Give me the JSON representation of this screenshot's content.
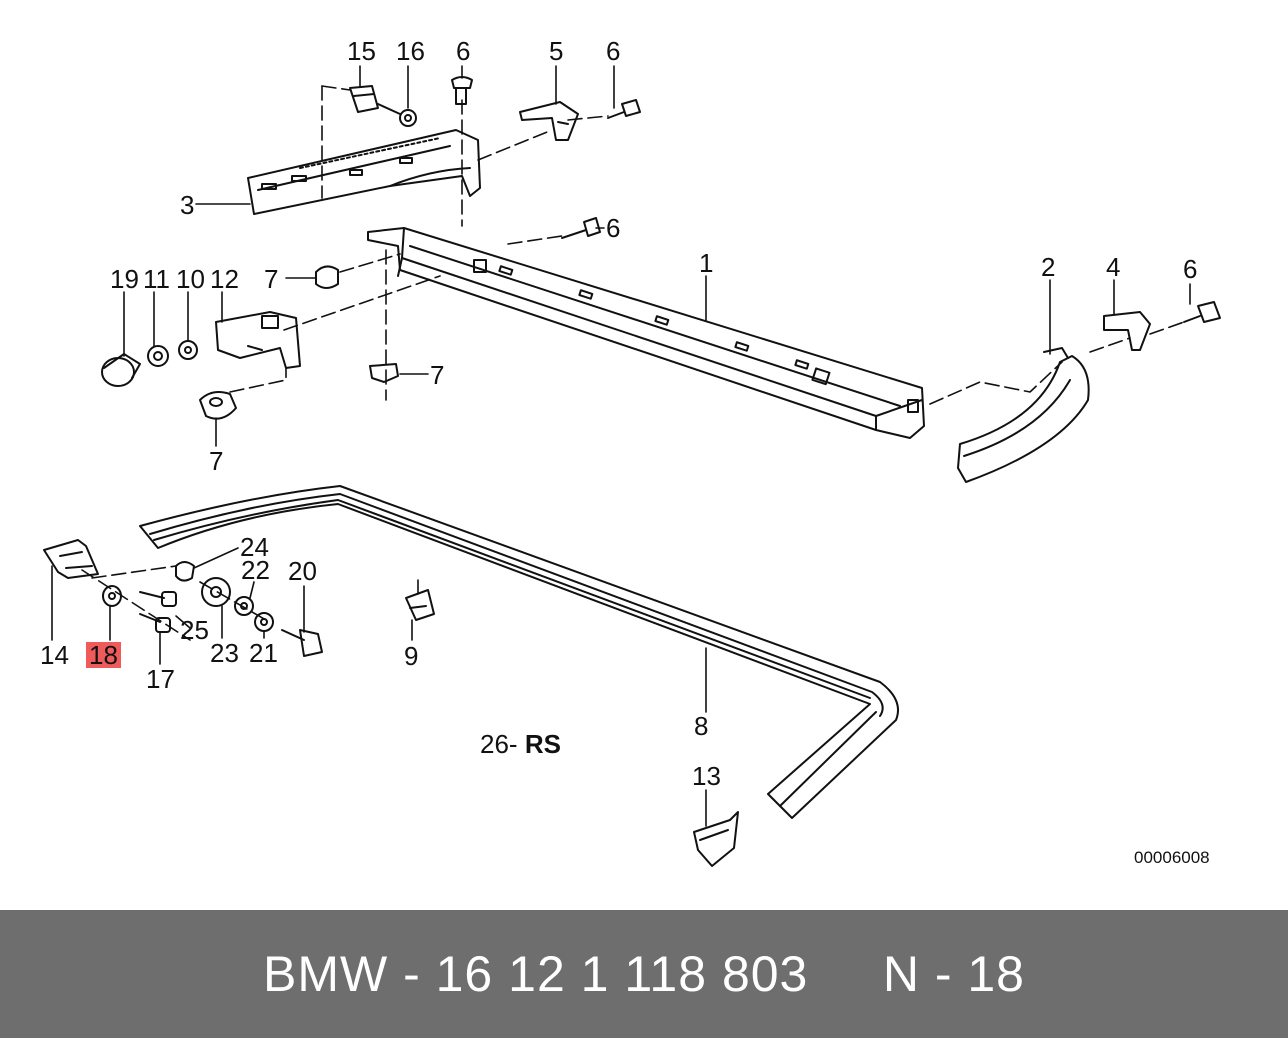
{
  "callouts": [
    {
      "text": "15"
    },
    {
      "text": "16"
    },
    {
      "text": "6"
    },
    {
      "text": "5"
    },
    {
      "text": "6"
    },
    {
      "text": "3"
    },
    {
      "text": "6"
    },
    {
      "text": "1"
    },
    {
      "text": "2"
    },
    {
      "text": "4"
    },
    {
      "text": "6"
    },
    {
      "text": "19"
    },
    {
      "text": "11"
    },
    {
      "text": "10"
    },
    {
      "text": "12"
    },
    {
      "text": "7"
    },
    {
      "text": "7"
    },
    {
      "text": "7"
    },
    {
      "text": "24"
    },
    {
      "text": "22"
    },
    {
      "text": "20"
    },
    {
      "text": "14"
    },
    {
      "text": "18"
    },
    {
      "text": "25"
    },
    {
      "text": "23"
    },
    {
      "text": "21"
    },
    {
      "text": "17"
    },
    {
      "text": "9"
    },
    {
      "text": "8"
    },
    {
      "text": "13"
    }
  ],
  "section_label": {
    "number": "26",
    "dash": "-",
    "code": "RS"
  },
  "diagram_code": "00006008",
  "footer": {
    "text": "BMW - 16 12 1 118 803     N - 18"
  },
  "colors": {
    "highlight": "#ef5a5a",
    "footer_bg": "#6e6e6e",
    "footer_text": "#ffffff",
    "line": "#111111"
  }
}
